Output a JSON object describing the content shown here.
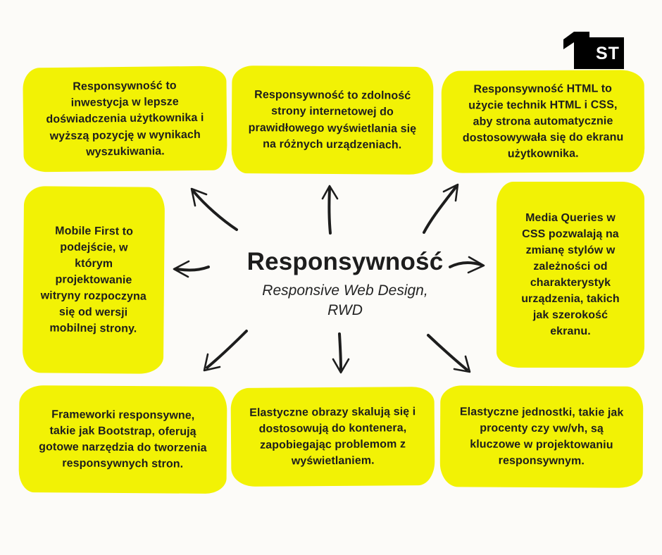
{
  "page": {
    "background": "#FCFBF8"
  },
  "colors": {
    "note_bg": "#F2F205",
    "ink": "#1D1D1D",
    "logo_bg": "#000000",
    "logo_text": "#FFFFFF"
  },
  "center": {
    "title": "Responsywność",
    "subtitle": "Responsive Web Design, RWD"
  },
  "logo": {
    "numeral": "1",
    "st_text": "ST"
  },
  "notes": [
    {
      "id": "top-left",
      "text": "Responsywność to inwestycja w lepsze doświadczenia użytkownika i wyższą pozycję w wynikach wyszukiwania."
    },
    {
      "id": "top-center",
      "text": "Responsywność to zdolność strony internetowej do prawidłowego wyświetlania się na różnych urządzeniach."
    },
    {
      "id": "top-right",
      "text": "Responsywność HTML to użycie technik HTML i CSS, aby strona automatycznie dostosowywała się do ekranu użytkownika."
    },
    {
      "id": "middle-left",
      "text": "Mobile First to podejście, w którym projektowanie witryny rozpoczyna się od wersji mobilnej strony."
    },
    {
      "id": "middle-right",
      "text": "Media Queries w CSS pozwalają na zmianę stylów w zależności od charakterystyk urządzenia, takich jak szerokość ekranu."
    },
    {
      "id": "bottom-left",
      "text": "Frameworki responsywne, takie jak Bootstrap, oferują gotowe narzędzia do tworzenia responsywnych stron."
    },
    {
      "id": "bottom-center",
      "text": "Elastyczne obrazy skalują się i dostosowują do kontenera, zapobiegając problemom z wyświetlaniem."
    },
    {
      "id": "bottom-right",
      "text": "Elastyczne jednostki, takie jak procenty czy vw/vh, są kluczowe w projektowaniu responsywnym."
    }
  ]
}
